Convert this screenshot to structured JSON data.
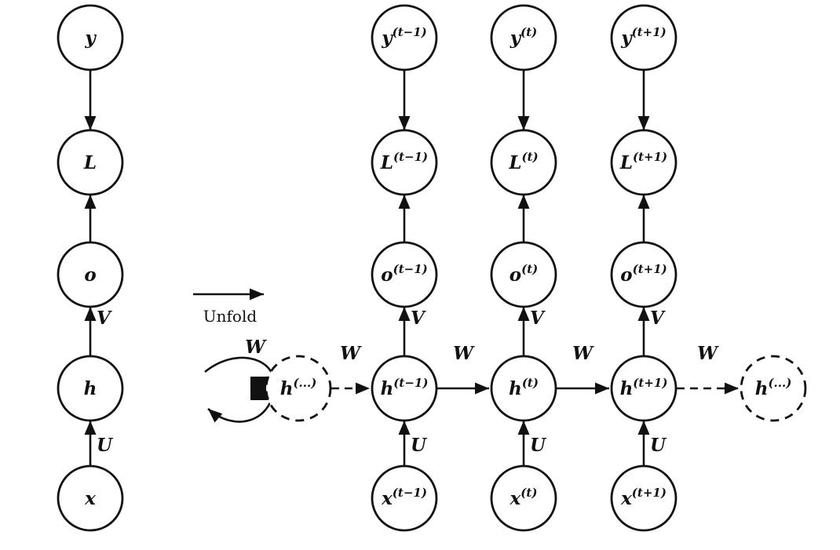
{
  "unfold_label": "Unfold",
  "folded": {
    "y": "y",
    "L": "L",
    "o": "o",
    "h": "h",
    "x": "x",
    "w": "W",
    "v": "V",
    "u": "U"
  },
  "unfolded": {
    "h_prev": {
      "base": "h",
      "sup": "(...)"
    },
    "h_next": {
      "base": "h",
      "sup": "(...)"
    },
    "w": [
      "W",
      "W",
      "W",
      "W"
    ],
    "cols": [
      {
        "y": {
          "base": "y",
          "sup": "(t−1)"
        },
        "L": {
          "base": "L",
          "sup": "(t−1)"
        },
        "o": {
          "base": "o",
          "sup": "(t−1)"
        },
        "h": {
          "base": "h",
          "sup": "(t−1)"
        },
        "x": {
          "base": "x",
          "sup": "(t−1)"
        },
        "v": "V",
        "u": "U"
      },
      {
        "y": {
          "base": "y",
          "sup": "(t)"
        },
        "L": {
          "base": "L",
          "sup": "(t)"
        },
        "o": {
          "base": "o",
          "sup": "(t)"
        },
        "h": {
          "base": "h",
          "sup": "(t)"
        },
        "x": {
          "base": "x",
          "sup": "(t)"
        },
        "v": "V",
        "u": "U"
      },
      {
        "y": {
          "base": "y",
          "sup": "(t+1)"
        },
        "L": {
          "base": "L",
          "sup": "(t+1)"
        },
        "o": {
          "base": "o",
          "sup": "(t+1)"
        },
        "h": {
          "base": "h",
          "sup": "(t+1)"
        },
        "x": {
          "base": "x",
          "sup": "(t+1)"
        },
        "v": "V",
        "u": "U"
      }
    ]
  }
}
